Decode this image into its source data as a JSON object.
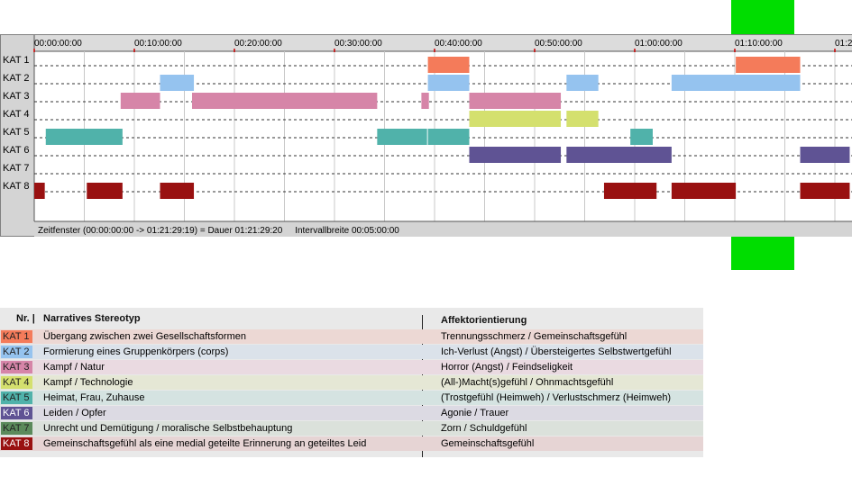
{
  "timeline": {
    "tick_labels": [
      "00:00:00:00",
      "00:10:00:00",
      "00:20:00:00",
      "00:30:00:00",
      "00:40:00:00",
      "00:50:00:00",
      "01:00:00:00",
      "01:10:00:00",
      "01:2"
    ],
    "row_labels": [
      "KAT 1",
      "KAT 2",
      "KAT 3",
      "KAT 4",
      "KAT 5",
      "KAT 6",
      "KAT 7",
      "KAT 8"
    ],
    "status_text": "Zeitfenster (00:00:00:00 -> 01:21:29:19) = Dauer 01:21:29:20     Intervallbreite 00:05:00:00",
    "window_start_seconds": 0,
    "window_end_seconds": 4889,
    "tick_interval_seconds": 600,
    "grid_interval_seconds": 300,
    "segments": [
      {
        "row": 0,
        "start": 2360,
        "end": 2608
      },
      {
        "row": 0,
        "start": 4206,
        "end": 4592
      },
      {
        "row": 1,
        "start": 754,
        "end": 957
      },
      {
        "row": 1,
        "start": 2360,
        "end": 2608
      },
      {
        "row": 1,
        "start": 3191,
        "end": 3382
      },
      {
        "row": 1,
        "start": 3821,
        "end": 4592
      },
      {
        "row": 2,
        "start": 518,
        "end": 754
      },
      {
        "row": 2,
        "start": 946,
        "end": 2056
      },
      {
        "row": 2,
        "start": 2321,
        "end": 2366
      },
      {
        "row": 2,
        "start": 2608,
        "end": 3157
      },
      {
        "row": 3,
        "start": 2608,
        "end": 3157
      },
      {
        "row": 3,
        "start": 3191,
        "end": 3382
      },
      {
        "row": 4,
        "start": 69,
        "end": 529
      },
      {
        "row": 4,
        "start": 2056,
        "end": 2355
      },
      {
        "row": 4,
        "start": 2360,
        "end": 2608
      },
      {
        "row": 4,
        "start": 3574,
        "end": 3708
      },
      {
        "row": 5,
        "start": 2608,
        "end": 3157
      },
      {
        "row": 5,
        "start": 3191,
        "end": 3821
      },
      {
        "row": 5,
        "start": 4592,
        "end": 4889
      },
      {
        "row": 7,
        "start": 0,
        "end": 63
      },
      {
        "row": 7,
        "start": 315,
        "end": 529
      },
      {
        "row": 7,
        "start": 754,
        "end": 957
      },
      {
        "row": 7,
        "start": 3416,
        "end": 3731
      },
      {
        "row": 7,
        "start": 3821,
        "end": 4206
      },
      {
        "row": 7,
        "start": 4592,
        "end": 4889
      }
    ]
  },
  "legend": {
    "header_nr": "Nr. |",
    "header_stereotyp": "Narratives Stereotyp",
    "header_affekt": "Affektorientierung",
    "rows": [
      {
        "kat": "KAT 1",
        "color": "#f47b5a",
        "bg": "#ecd8d4",
        "stereotyp": "Übergang zwischen zwei Gesellschaftsformen",
        "affekt": "Trennungsschmerz / Gemeinschaftsgefühl"
      },
      {
        "kat": "KAT 2",
        "color": "#95c3ef",
        "bg": "#dbe2ea",
        "stereotyp": "Formierung eines Gruppenkörpers (corps)",
        "affekt": "Ich-Verlust (Angst) / Übersteigertes Selbstwertgefühl"
      },
      {
        "kat": "KAT 3",
        "color": "#d685a8",
        "bg": "#eadae1",
        "stereotyp": "Kampf / Natur",
        "affekt": "Horror (Angst) / Feindseligkeit"
      },
      {
        "kat": "KAT 4",
        "color": "#d4e06e",
        "bg": "#e5e7d5",
        "stereotyp": "Kampf / Technologie",
        "affekt": "(All-)Macht(s)gefühl / Ohnmachtsgefühl"
      },
      {
        "kat": "KAT 5",
        "color": "#50b2aa",
        "bg": "#d5e3e1",
        "stereotyp": "Heimat, Frau, Zuhause",
        "affekt": "(Trostgefühl (Heimweh) / Verlustschmerz (Heimweh)"
      },
      {
        "kat": "KAT 6",
        "color": "#5f5394",
        "bg": "#dcdae3",
        "stereotyp": "Leiden / Opfer",
        "affekt": "Agonie / Trauer"
      },
      {
        "kat": "KAT 7",
        "color": "#5b8a5b",
        "bg": "#dbe1db",
        "stereotyp": "Unrecht und Demütigung / moralische Selbstbehauptung",
        "affekt": "Zorn / Schuldgefühl"
      },
      {
        "kat": "KAT 8",
        "color": "#991111",
        "bg": "#e6d4d4",
        "stereotyp": "Gemeinschaftsgefühl als eine medial geteilte Erinnerung an geteiltes Leid",
        "affekt": "Gemeinschaftsgefühl"
      }
    ]
  }
}
